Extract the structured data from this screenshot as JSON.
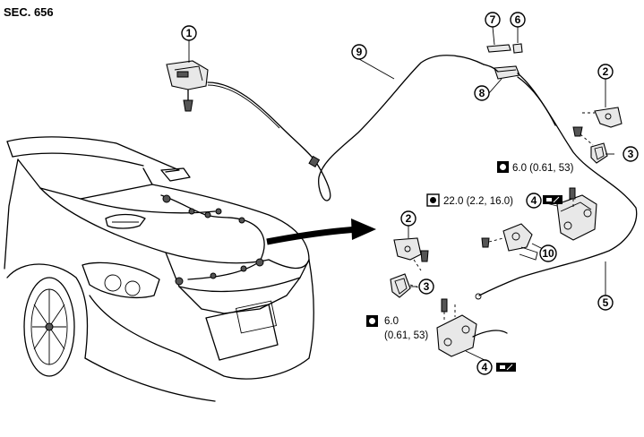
{
  "section_label": "SEC. 656",
  "callouts": {
    "c1": "1",
    "c2a": "2",
    "c2b": "2",
    "c3a": "3",
    "c3b": "3",
    "c4a": "4",
    "c4b": "4",
    "c5": "5",
    "c6": "6",
    "c7": "7",
    "c8": "8",
    "c9": "9",
    "c10": "10"
  },
  "torques": {
    "t_top_right": "6.0 (0.61, 53)",
    "t_middle": "22.0 (2.2, 16.0)",
    "t_bottom_line1": "6.0",
    "t_bottom_line2": "(0.61, 53)"
  },
  "icons": [
    "torque-wrench-icon",
    "grease-icon",
    "bolt-icon"
  ]
}
